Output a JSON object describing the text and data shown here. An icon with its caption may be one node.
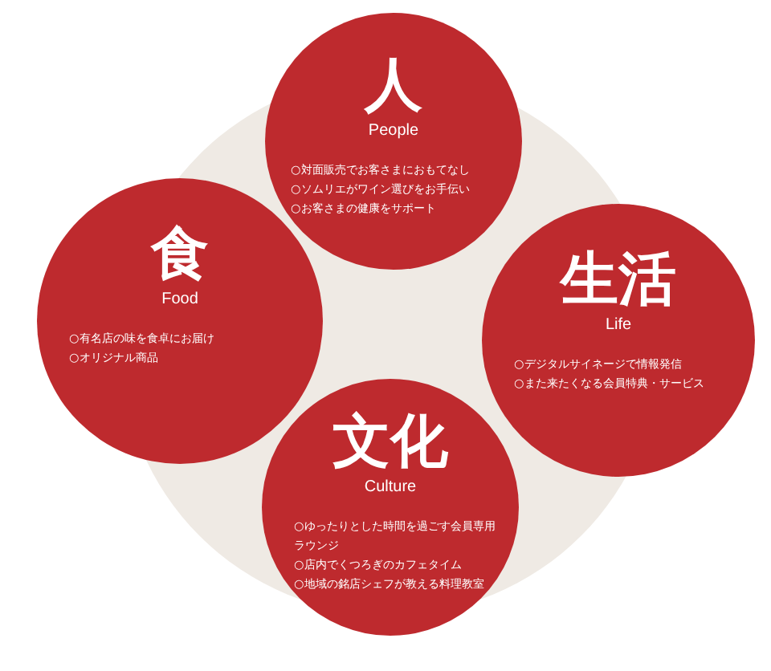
{
  "diagram": {
    "nodes": [
      {
        "text": [
          "人",
          "People",
          "○対面販売でお客さまにおもてなし",
          "○ソムリエがワイン選びをお手伝い",
          "○お客さまの健康をサポート"
        ]
      },
      {
        "text": [
          "食",
          "Food",
          "○有名店の味を食卓にお届け",
          "○オリジナル商品"
        ]
      },
      {
        "text": [
          "生活",
          "Life",
          "○デジタルサイネージで情報発信",
          "○また来たくなる会員特典・サービス"
        ]
      },
      {
        "text": [
          "文化",
          "Culture",
          "○ゆったりとした時間を過ごす会員専用ラウンジ",
          "○店内でくつろぎのカフェタイム",
          "○地域の銘店シェフが教える料理教室"
        ]
      }
    ],
    "edges": []
  }
}
